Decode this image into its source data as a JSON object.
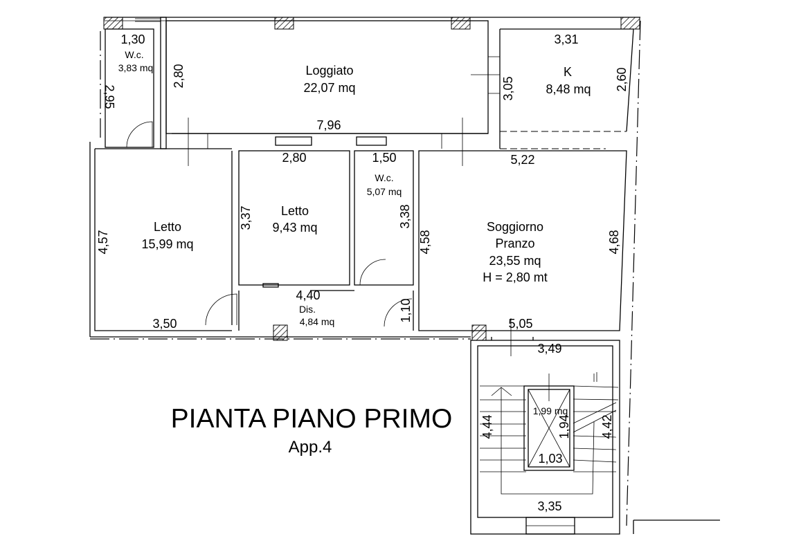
{
  "title": "PIANTA PIANO PRIMO",
  "subtitle": "App.4",
  "rooms": [
    {
      "name": "W.c.",
      "area": "3,83 mq",
      "width": "1,30",
      "depth": "2,95"
    },
    {
      "name": "Loggiato",
      "area": "22,07 mq",
      "width": "7,96",
      "depth": "2,80"
    },
    {
      "name": "K",
      "area": "8,48 mq",
      "width": "3,31",
      "depth_left": "3,05",
      "depth_right": "2,60"
    },
    {
      "name": "Letto",
      "area": "15,99 mq",
      "width": "3,50",
      "depth": "4,57"
    },
    {
      "name": "Letto",
      "area": "9,43 mq",
      "width": "2,80",
      "depth": "3,37"
    },
    {
      "name": "W.c.",
      "area": "5,07 mq",
      "width": "1,50",
      "depth": "3,38"
    },
    {
      "name_line1": "Soggiorno",
      "name_line2": "Pranzo",
      "area": "23,55 mq",
      "height": "H = 2,80 mt",
      "width_top": "5,22",
      "width_bottom": "5,05",
      "depth_left": "4,58",
      "depth_right": "4,68"
    },
    {
      "name": "Dis.",
      "area": "4,84 mq",
      "width": "4,40",
      "door": "1,10"
    }
  ],
  "stair": {
    "top": "3,49",
    "bottom": "3,35",
    "left": "4,44",
    "right": "4,42",
    "lift_area": "1,99 mq",
    "lift_depth": "1,94",
    "lift_width": "1,03"
  }
}
